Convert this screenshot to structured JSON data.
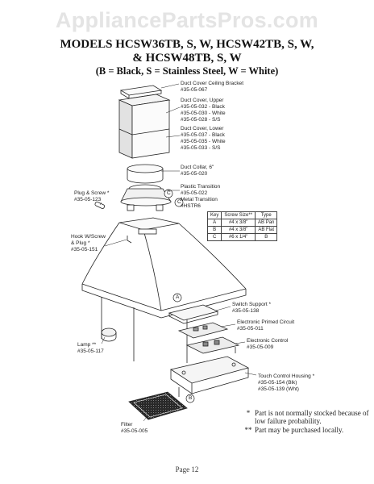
{
  "watermark": "AppliancePartsPros.com",
  "title": {
    "line1": "MODELS HCSW36TB, S, W, HCSW42TB, S, W,",
    "line2": "& HCSW48TB, S, W",
    "line3": "(B = Black, S = Stainless Steel, W = White)"
  },
  "parts": {
    "duct_cover_bracket": [
      "Duct Cover Ceiling Bracket",
      "#35-05-067"
    ],
    "duct_cover_upper": [
      "Duct Cover, Upper",
      "#35-05-032 - Black",
      "#35-05-030 - White",
      "#35-05-028 - S/S"
    ],
    "duct_cover_lower": [
      "Duct Cover, Lower",
      "#35-05-037 - Black",
      "#35-05-035 - White",
      "#35-05-033 - S/S"
    ],
    "duct_collar": [
      "Duct Collar, 6\"",
      "#35-05-020"
    ],
    "transition": [
      "Plastic Transition",
      "#35-05-022",
      "Metal Transition",
      "#HSTR6"
    ],
    "plug_screw": [
      "Plug & Screw *",
      "#35-05-123"
    ],
    "hook_screw": [
      "Hook W/Screw",
      "& Plug *",
      "#35-05-151"
    ],
    "switch_support": [
      "Switch Support *",
      "#35-05-138"
    ],
    "primed_circuit": [
      "Electronic Primed Circuit",
      "#35-05-011"
    ],
    "electronic_control": [
      "Electronic Control",
      "#35-05-009"
    ],
    "lamp": [
      "Lamp **",
      "#35-05-117"
    ],
    "touch_housing": [
      "Touch Control Housing *",
      "#35-05-154 (Blk)",
      "#35-05-139 (Wht)"
    ],
    "filter": [
      "Filter",
      "#35-05-005"
    ]
  },
  "callouts": [
    "A",
    "B",
    "C"
  ],
  "screw_key": {
    "headers": [
      "Key",
      "Screw Size**",
      "Type"
    ],
    "rows": [
      [
        "A",
        "#4 x 3/8\"",
        "AB Pan"
      ],
      [
        "B",
        "#4 x 3/8\"",
        "AB Flat"
      ],
      [
        "C",
        "#6 x 1/4\"",
        "B"
      ]
    ]
  },
  "notes": [
    {
      "mark": "*",
      "text": [
        "Part is not normally stocked because of",
        "low failure probability."
      ]
    },
    {
      "mark": "**",
      "text": [
        "Part may be purchased locally."
      ]
    }
  ],
  "page_label": "Page 12"
}
